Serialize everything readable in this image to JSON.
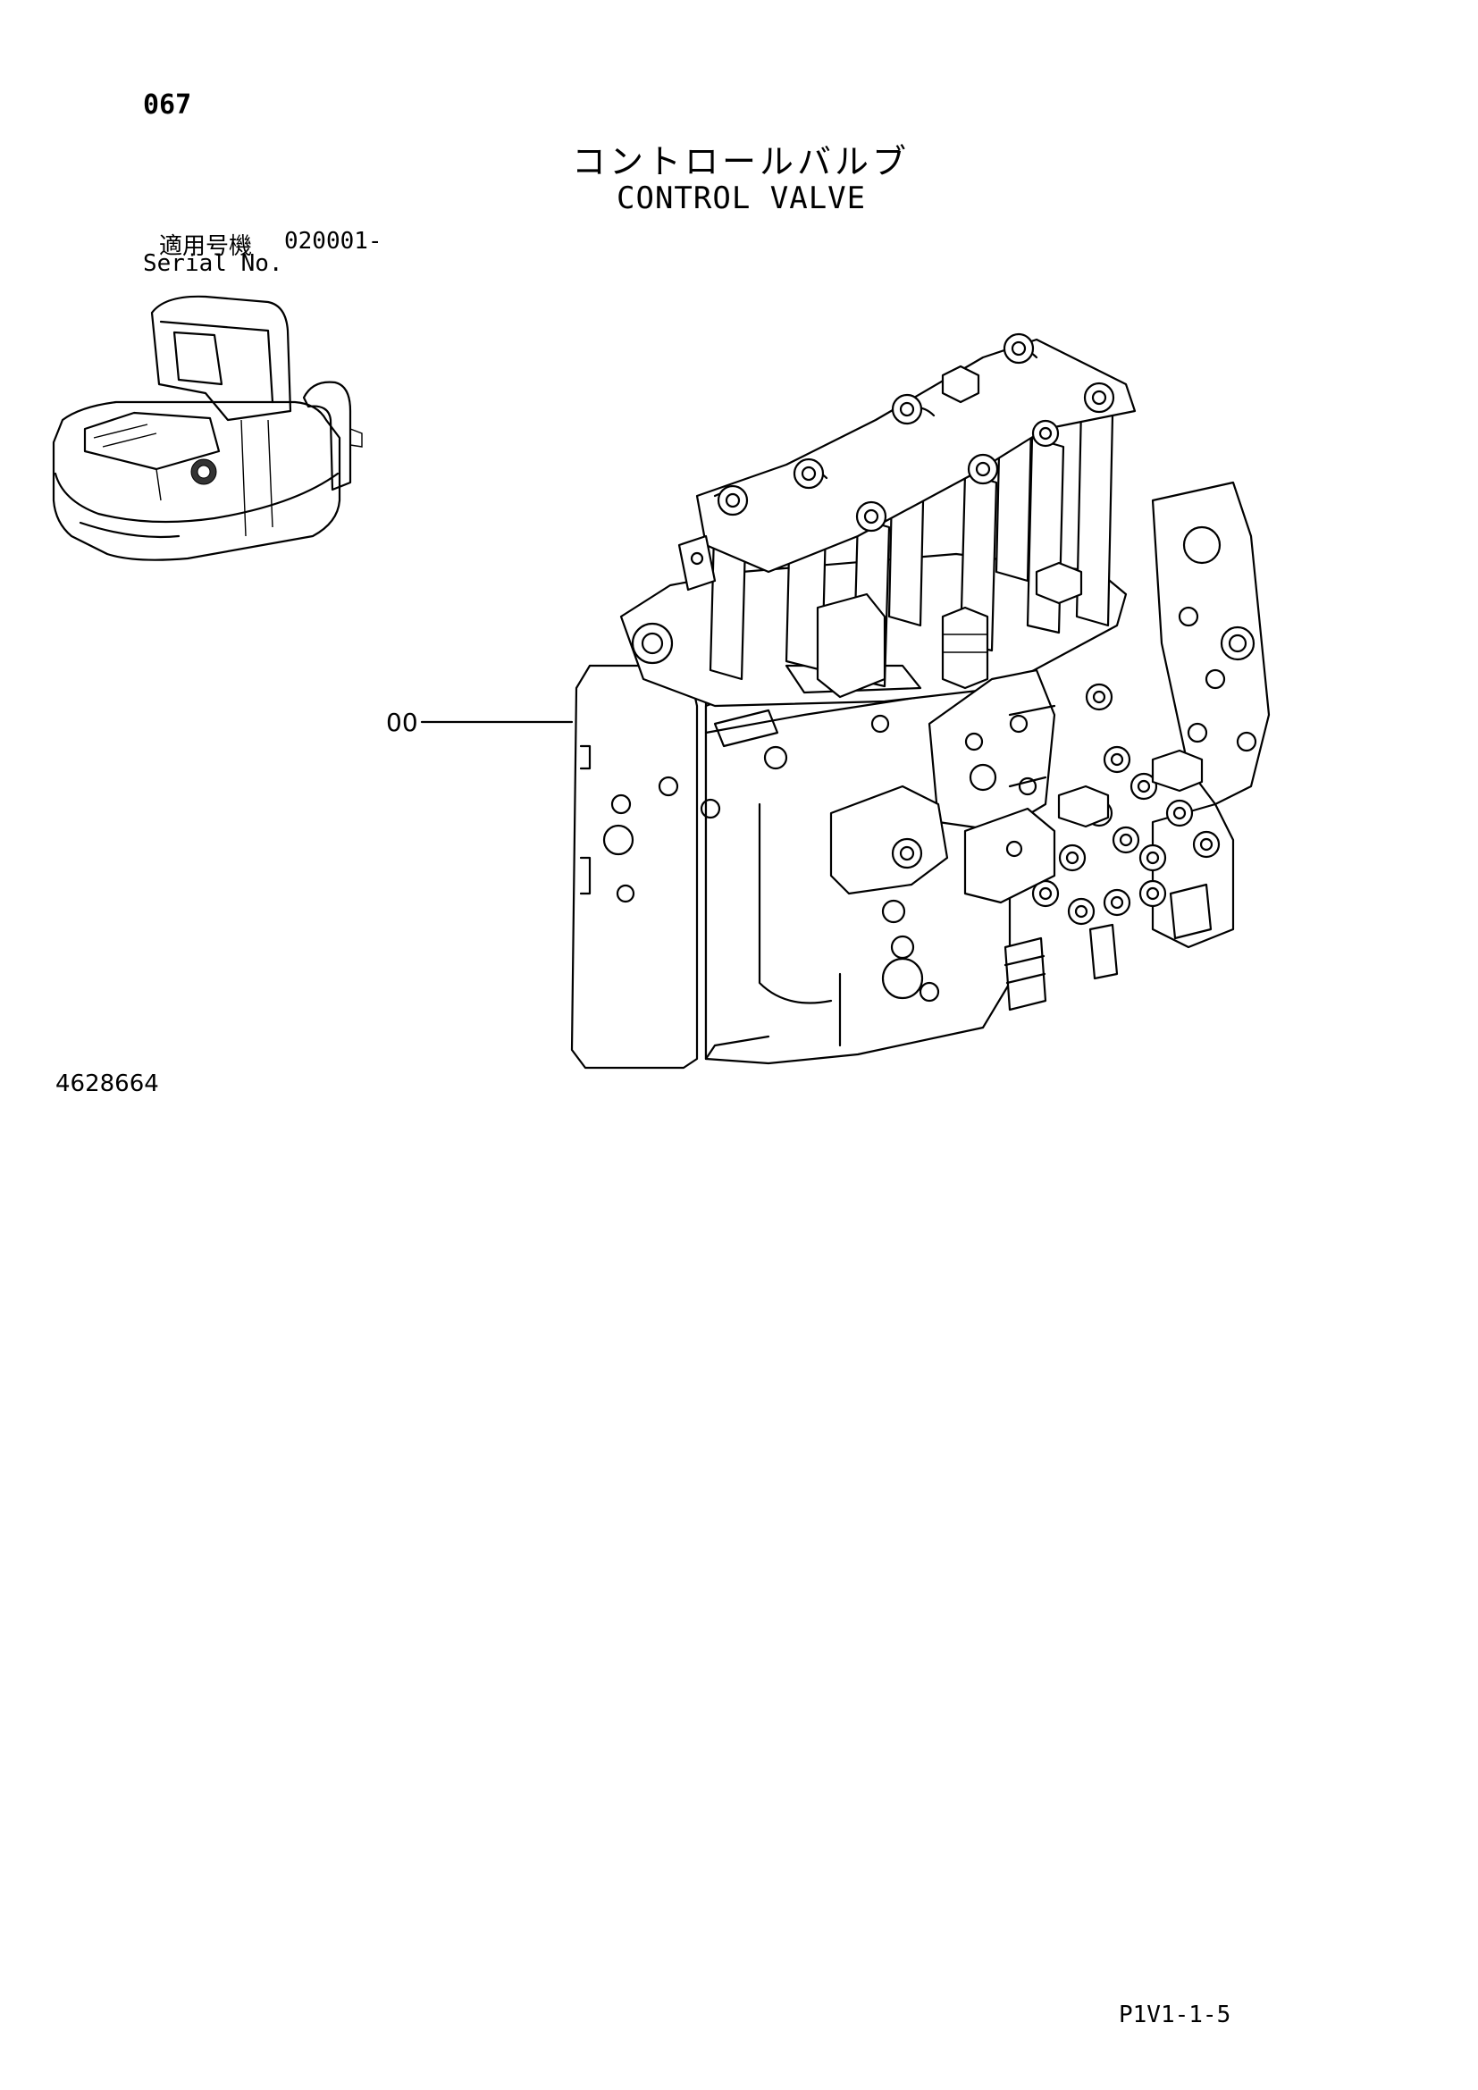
{
  "page": {
    "number": "067",
    "title_jp": "コントロールバルブ",
    "title_en": "CONTROL VALVE",
    "serial_label_jp": "適用号機",
    "serial_value": "020001-",
    "serial_label_en": "Serial No.",
    "callout": "00",
    "part_number": "4628664",
    "footer_code": "P1V1-1-5"
  },
  "icons": {
    "machine": "excavator-location-icon",
    "assembly": "control-valve-assembly-drawing"
  },
  "colors": {
    "ink": "#000000",
    "paper": "#ffffff"
  }
}
